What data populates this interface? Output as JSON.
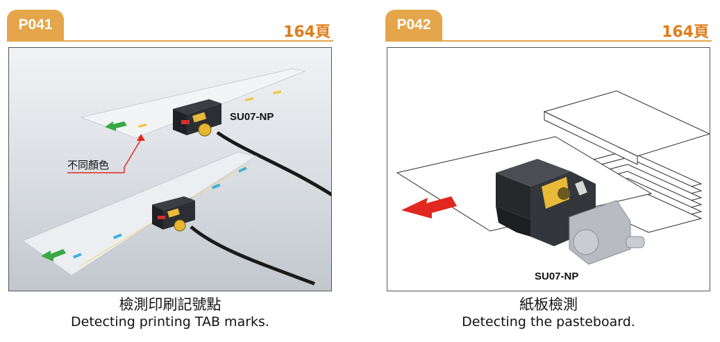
{
  "panels": [
    {
      "code": "P041",
      "page_ref": "164頁",
      "model": "SU07-NP",
      "callout": "不同顏色",
      "caption_zh": "檢測印刷記號點",
      "caption_en": "Detecting printing TAB marks."
    },
    {
      "code": "P042",
      "page_ref": "164頁",
      "model": "SU07-NP",
      "caption_zh": "紙板檢測",
      "caption_en": "Detecting the pasteboard."
    }
  ],
  "colors": {
    "tab_orange": "#e5a54a",
    "page_ref_orange": "#e07b1a",
    "arrow_green": "#3aa845",
    "mark_yellow": "#f2c230",
    "mark_blue": "#3db2e0",
    "arrow_red": "#e0281e"
  }
}
